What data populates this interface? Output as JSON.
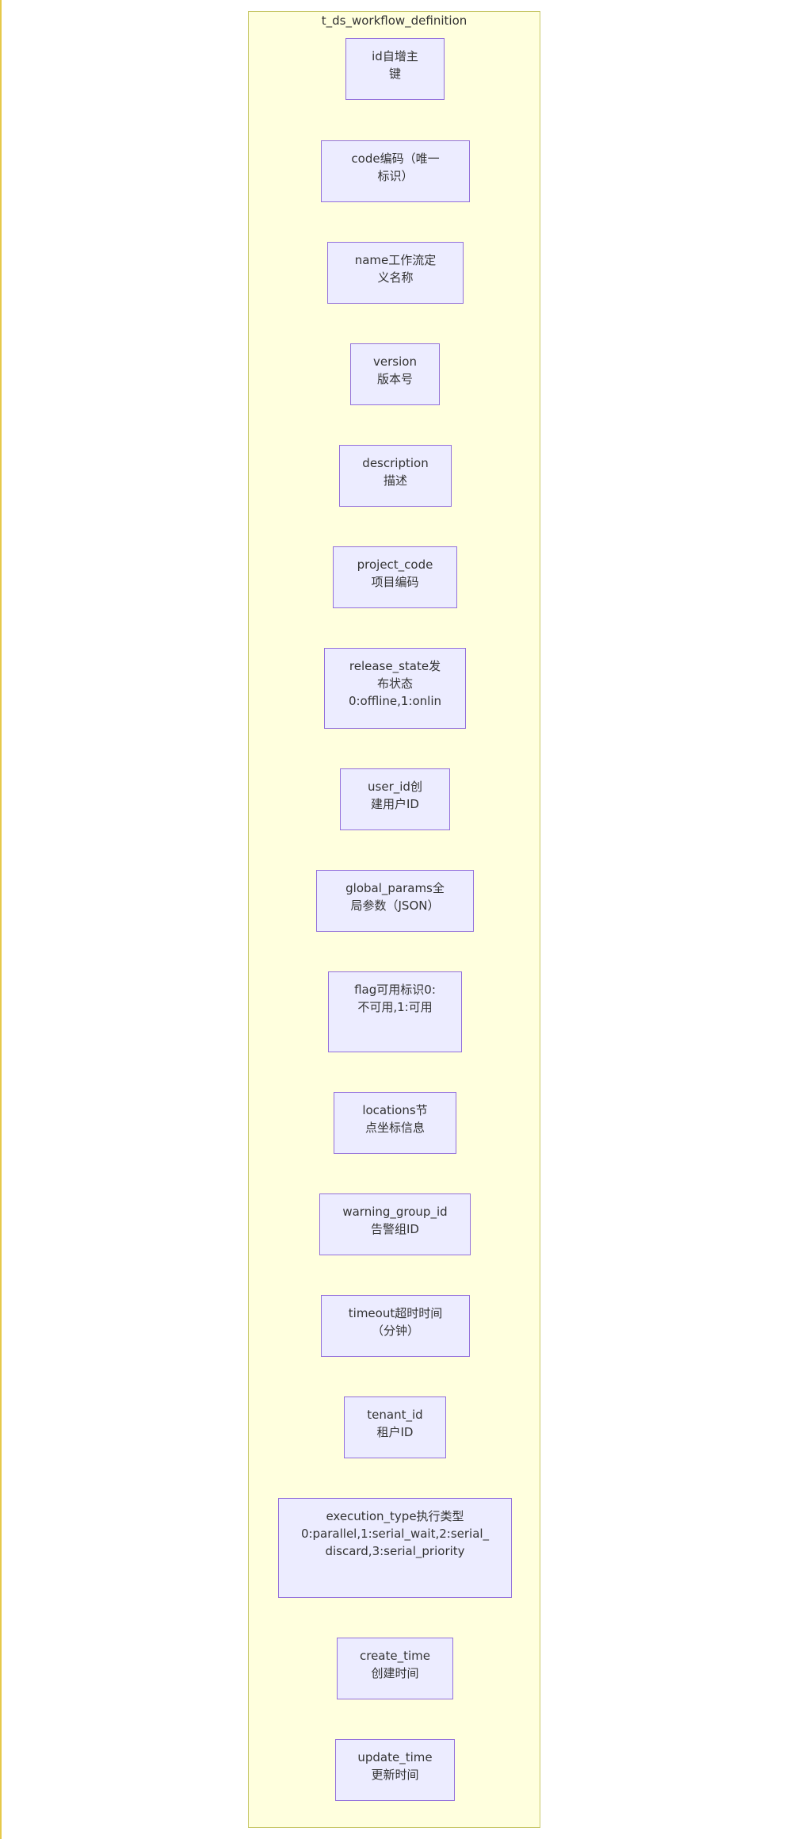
{
  "diagram": {
    "cluster_title": "t_ds_workflow_definition",
    "nodes": [
      {
        "id": "id",
        "lines": [
          "id自增主",
          "键"
        ]
      },
      {
        "id": "code",
        "lines": [
          "code编码（唯一",
          "标识）"
        ]
      },
      {
        "id": "name",
        "lines": [
          "name工作流定",
          "义名称"
        ]
      },
      {
        "id": "version",
        "lines": [
          "version",
          "版本号"
        ]
      },
      {
        "id": "description",
        "lines": [
          "description",
          "描述"
        ]
      },
      {
        "id": "project_code",
        "lines": [
          "project_code",
          "项目编码"
        ]
      },
      {
        "id": "release_state",
        "lines": [
          "release_state发",
          "布状态",
          "0:offline,1:onlin"
        ]
      },
      {
        "id": "user_id",
        "lines": [
          "user_id创",
          "建用户ID"
        ]
      },
      {
        "id": "global_params",
        "lines": [
          "global_params全",
          "局参数（JSON）"
        ]
      },
      {
        "id": "flag",
        "lines": [
          "flag可用标识0:",
          "不可用,1:可用"
        ]
      },
      {
        "id": "locations",
        "lines": [
          "locations节",
          "点坐标信息"
        ]
      },
      {
        "id": "warning_group_id",
        "lines": [
          "warning_group_id",
          "告警组ID"
        ]
      },
      {
        "id": "timeout",
        "lines": [
          "timeout超时时间",
          "（分钟）"
        ]
      },
      {
        "id": "tenant_id",
        "lines": [
          "tenant_id",
          "租户ID"
        ]
      },
      {
        "id": "execution_type",
        "lines": [
          "execution_type执行类型",
          "0:parallel,1:serial_wait,2:serial_",
          "discard,3:serial_priority"
        ]
      },
      {
        "id": "create_time",
        "lines": [
          "create_time",
          "创建时间"
        ]
      },
      {
        "id": "update_time",
        "lines": [
          "update_time",
          "更新时间"
        ]
      }
    ]
  }
}
